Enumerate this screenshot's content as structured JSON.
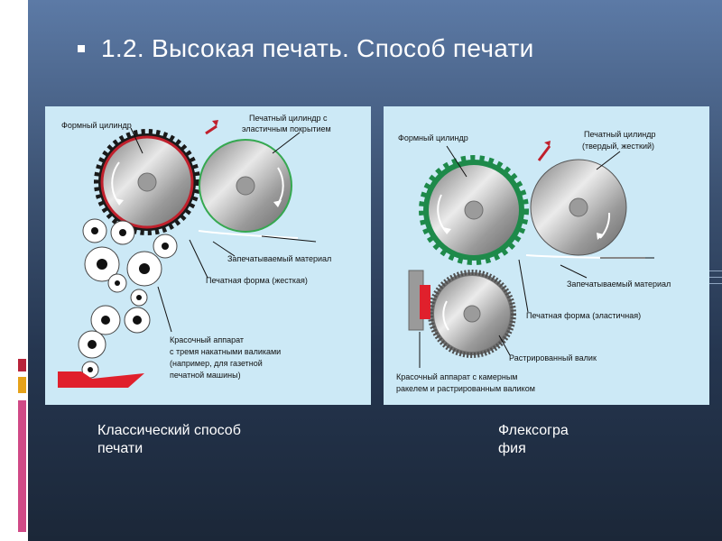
{
  "slide": {
    "title": "1.2. Высокая печать. Способ печати",
    "colors": {
      "background_top": "#5c7aa6",
      "background_bottom": "#1b2738",
      "panel": "#cce9f6",
      "classic_forme": "#c0202c",
      "flexo_sleeve": "#1e8a4a",
      "ink_tray": "#e0202c"
    }
  },
  "classic": {
    "caption_line1": "Классический способ",
    "caption_line2": "печати",
    "labels": {
      "form_cylinder": "Формный цилиндр",
      "impression_cylinder_line1": "Печатный цилиндр с",
      "impression_cylinder_line2": "эластичным покрытием",
      "material": "Запечатываемый материал",
      "printing_form": "Печатная форма (жесткая)",
      "ink_unit_line1": "Красочный аппарат",
      "ink_unit_line2": "с тремя накатными валиками",
      "ink_unit_line3": "(например, для газетной",
      "ink_unit_line4": "печатной машины)"
    }
  },
  "flexo": {
    "caption_line1": "Флексогра",
    "caption_line2": "фия",
    "labels": {
      "form_cylinder": "Формный цилиндр",
      "impression_cylinder_line1": "Печатный цилиндр",
      "impression_cylinder_line2": "(твердый, жесткий)",
      "material": "Запечатываемый материал",
      "printing_form": "Печатная форма (эластичная)",
      "anilox": "Растрированный валик",
      "ink_unit_line1": "Красочный аппарат с камерным",
      "ink_unit_line2": "ракелем и растрированным валиком"
    }
  }
}
